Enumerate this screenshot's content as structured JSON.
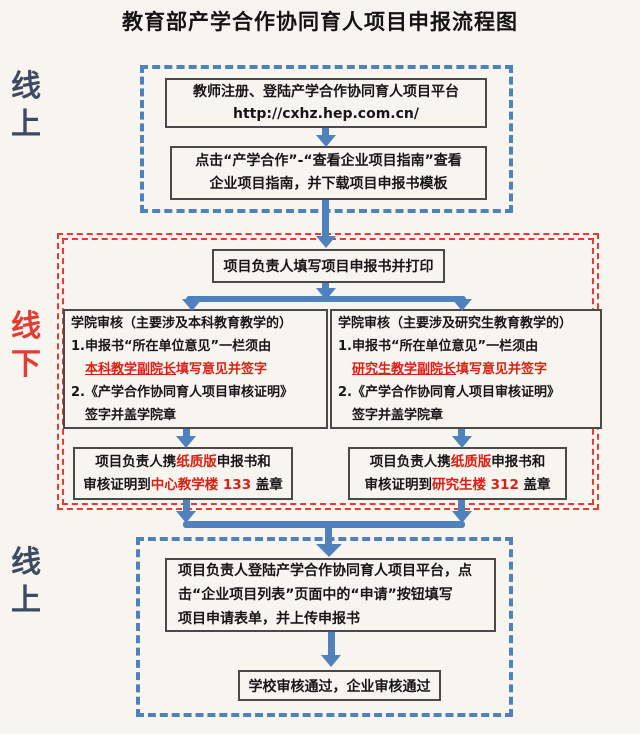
{
  "page": {
    "title": "教育部产学合作协同育人项目申报流程图"
  },
  "colors": {
    "page-bg": "#f8f5f0",
    "accent-blue": "#4f81bd",
    "accent-red": "#e43b32",
    "text-red": "#dd1e12",
    "border-gray": "#4a4a4a",
    "label-navy": "#3d4a63"
  },
  "side_labels": {
    "online_top": "线上",
    "offline": "线下",
    "online_bottom": "线上"
  },
  "online_top": {
    "register_box": {
      "line1": "教师注册、登陆产学合作协同育人项目平台",
      "line2": "http://cxhz.hep.com.cn/"
    },
    "guide_box": {
      "line1": "点击“产学合作”-“查看企业项目指南”查看",
      "line2": "企业项目指南，并下载项目申报书模板"
    }
  },
  "offline": {
    "print_box": "项目负责人填写项目申报书并打印",
    "review_left": {
      "line1": "学院审核（主要涉及本科教育教学的）",
      "line2": "1.申报书“所在单位意见”一栏须由",
      "line3_underline": "本科教学副院长",
      "line3_rest": "填写意见并签字",
      "line4": "2.《产学合作协同育人项目审核证明》",
      "line5": "签字并盖学院章"
    },
    "review_right": {
      "line1": "学院审核（主要涉及研究生教育教学的）",
      "line2": "1.申报书“所在单位意见”一栏须由",
      "line3_underline": "研究生教学副院长",
      "line3_rest": "填写意见并签字",
      "line4": "2.《产学合作协同育人项目审核证明》",
      "line5": "签字并盖学院章"
    },
    "stamp_left": {
      "line1_pre": "项目负责人携",
      "line1_red": "纸质版",
      "line1_post": "申报书和",
      "line2_pre": "审核证明到",
      "line2_red": "中心教学楼 133 ",
      "line2_post": "盖章"
    },
    "stamp_right": {
      "line1_pre": "项目负责人携",
      "line1_red": "纸质版",
      "line1_post": "申报书和",
      "line2_pre": "审核证明到",
      "line2_red": "研究生楼 312 ",
      "line2_post": "盖章"
    }
  },
  "online_bottom": {
    "apply_box": {
      "line1": "项目负责人登陆产学合作协同育人项目平台，点",
      "line2": "击“企业项目列表”页面中的“申请”按钮填写",
      "line3": "项目申请表单，并上传申报书"
    },
    "approved_box": "学校审核通过，企业审核通过"
  }
}
